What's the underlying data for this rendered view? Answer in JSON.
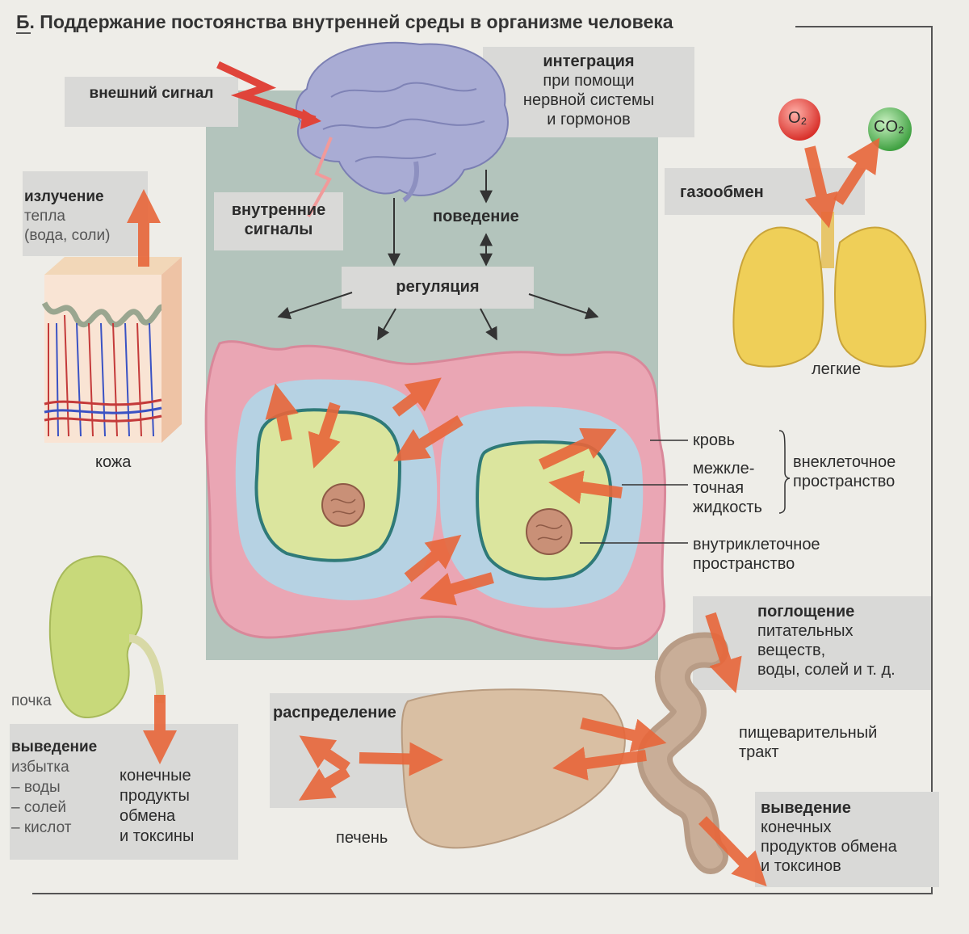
{
  "title": "Б. Поддержание постоянства внутренней среды в организме человека",
  "labels": {
    "external_signal": "внешний сигнал",
    "integration_title": "интеграция",
    "integration_l1": "при помощи",
    "integration_l2": "нервной системы",
    "integration_l3": "и гормонов",
    "internal_signals_l1": "внутренние",
    "internal_signals_l2": "сигналы",
    "behavior": "поведение",
    "regulation": "регуляция",
    "radiation_title": "излучение",
    "radiation_l1": "тепла",
    "radiation_l2": "(вода, соли)",
    "skin": "кожа",
    "gas_exchange": "газообмен",
    "o2": "O₂",
    "co2": "CO₂",
    "lungs": "легкие",
    "blood": "кровь",
    "interstitial_l1": "межкле-",
    "interstitial_l2": "точная",
    "interstitial_l3": "жидкость",
    "extracellular_l1": "внеклеточное",
    "extracellular_l2": "пространство",
    "intracellular_l1": "внутриклеточное",
    "intracellular_l2": "пространство",
    "absorption_title": "поглощение",
    "absorption_l1": "питательных",
    "absorption_l2": "веществ,",
    "absorption_l3": "воды, солей и т. д.",
    "digestive_l1": "пищеварительный",
    "digestive_l2": "тракт",
    "kidney": "почка",
    "excretion_left_title": "выведение",
    "excretion_left_l1": "избытка",
    "excretion_left_l2": "– воды",
    "excretion_left_l3": "– солей",
    "excretion_left_l4": "– кислот",
    "end_products_l1": "конечные",
    "end_products_l2": "продукты",
    "end_products_l3": "обмена",
    "end_products_l4": "и токсины",
    "distribution": "распределение",
    "liver": "печень",
    "excretion_right_title": "выведение",
    "excretion_right_l1": "конечных",
    "excretion_right_l2": "продуктов обмена",
    "excretion_right_l3": "и токсинов"
  },
  "colors": {
    "panel": "#b3c4bc",
    "label_box": "#d9d9d7",
    "arrow_orange": "#e8663a",
    "signal_red": "#e0443a",
    "membrane_pink": "#eaa6b4",
    "interstitial_blue": "#b6d2e3",
    "cytoplasm": "#dbe59e",
    "cell_membrane": "#2f7a78",
    "nucleus": "#c99077"
  }
}
